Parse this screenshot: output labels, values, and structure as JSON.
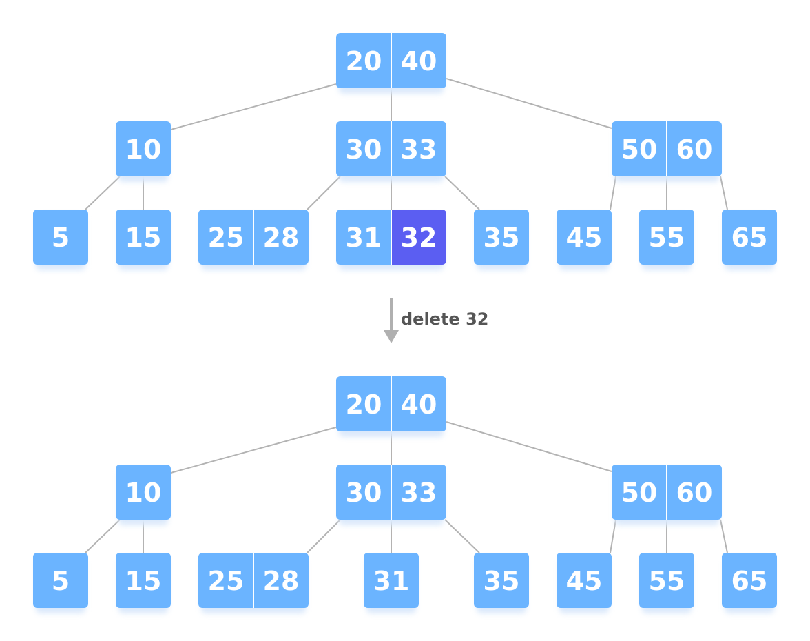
{
  "colors": {
    "node": "#6bb4ff",
    "highlight": "#5b5ef2",
    "edge": "#b3b3b3",
    "divider": "#ffffff",
    "shadow": "#dbe9fb",
    "arrow": "#b0b0b0",
    "label": "#555555"
  },
  "operation": {
    "label": "delete 32"
  },
  "trees": {
    "before": {
      "root": {
        "keys": [
          "20",
          "40"
        ]
      },
      "internal": [
        {
          "keys": [
            "10"
          ]
        },
        {
          "keys": [
            "30",
            "33"
          ]
        },
        {
          "keys": [
            "50",
            "60"
          ]
        }
      ],
      "leaves": [
        {
          "keys": [
            "5"
          ]
        },
        {
          "keys": [
            "15"
          ]
        },
        {
          "keys": [
            "25",
            "28"
          ]
        },
        {
          "keys": [
            "31",
            "32"
          ],
          "highlight_key": "32"
        },
        {
          "keys": [
            "35"
          ]
        },
        {
          "keys": [
            "45"
          ]
        },
        {
          "keys": [
            "55"
          ]
        },
        {
          "keys": [
            "65"
          ]
        }
      ]
    },
    "after": {
      "root": {
        "keys": [
          "20",
          "40"
        ]
      },
      "internal": [
        {
          "keys": [
            "10"
          ]
        },
        {
          "keys": [
            "30",
            "33"
          ]
        },
        {
          "keys": [
            "50",
            "60"
          ]
        }
      ],
      "leaves": [
        {
          "keys": [
            "5"
          ]
        },
        {
          "keys": [
            "15"
          ]
        },
        {
          "keys": [
            "25",
            "28"
          ]
        },
        {
          "keys": [
            "31"
          ]
        },
        {
          "keys": [
            "35"
          ]
        },
        {
          "keys": [
            "45"
          ]
        },
        {
          "keys": [
            "55"
          ]
        },
        {
          "keys": [
            "65"
          ]
        }
      ]
    }
  }
}
